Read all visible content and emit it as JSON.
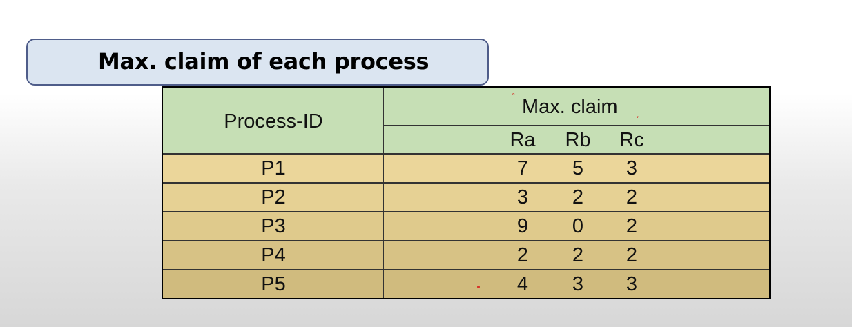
{
  "title": "Max. claim of each process",
  "table": {
    "process_header": "Process-ID",
    "group_header": "Max. claim",
    "columns": [
      "Ra",
      "Rb",
      "Rc"
    ],
    "rows": [
      {
        "id": "P1",
        "values": [
          "7",
          "5",
          "3"
        ],
        "bg": "#ebd69a"
      },
      {
        "id": "P2",
        "values": [
          "3",
          "2",
          "2"
        ],
        "bg": "#e6d194"
      },
      {
        "id": "P3",
        "values": [
          "9",
          "0",
          "2"
        ],
        "bg": "#dfca8c"
      },
      {
        "id": "P4",
        "values": [
          "2",
          "2",
          "2"
        ],
        "bg": "#d7c285"
      },
      {
        "id": "P5",
        "values": [
          "4",
          "3",
          "3"
        ],
        "bg": "#d0bb7e"
      }
    ]
  },
  "colors": {
    "header_bg": "#c6dfb5",
    "title_box_bg": "#dbe5f1",
    "title_box_border": "#4f5d8a",
    "annotation": "#d7352a"
  }
}
